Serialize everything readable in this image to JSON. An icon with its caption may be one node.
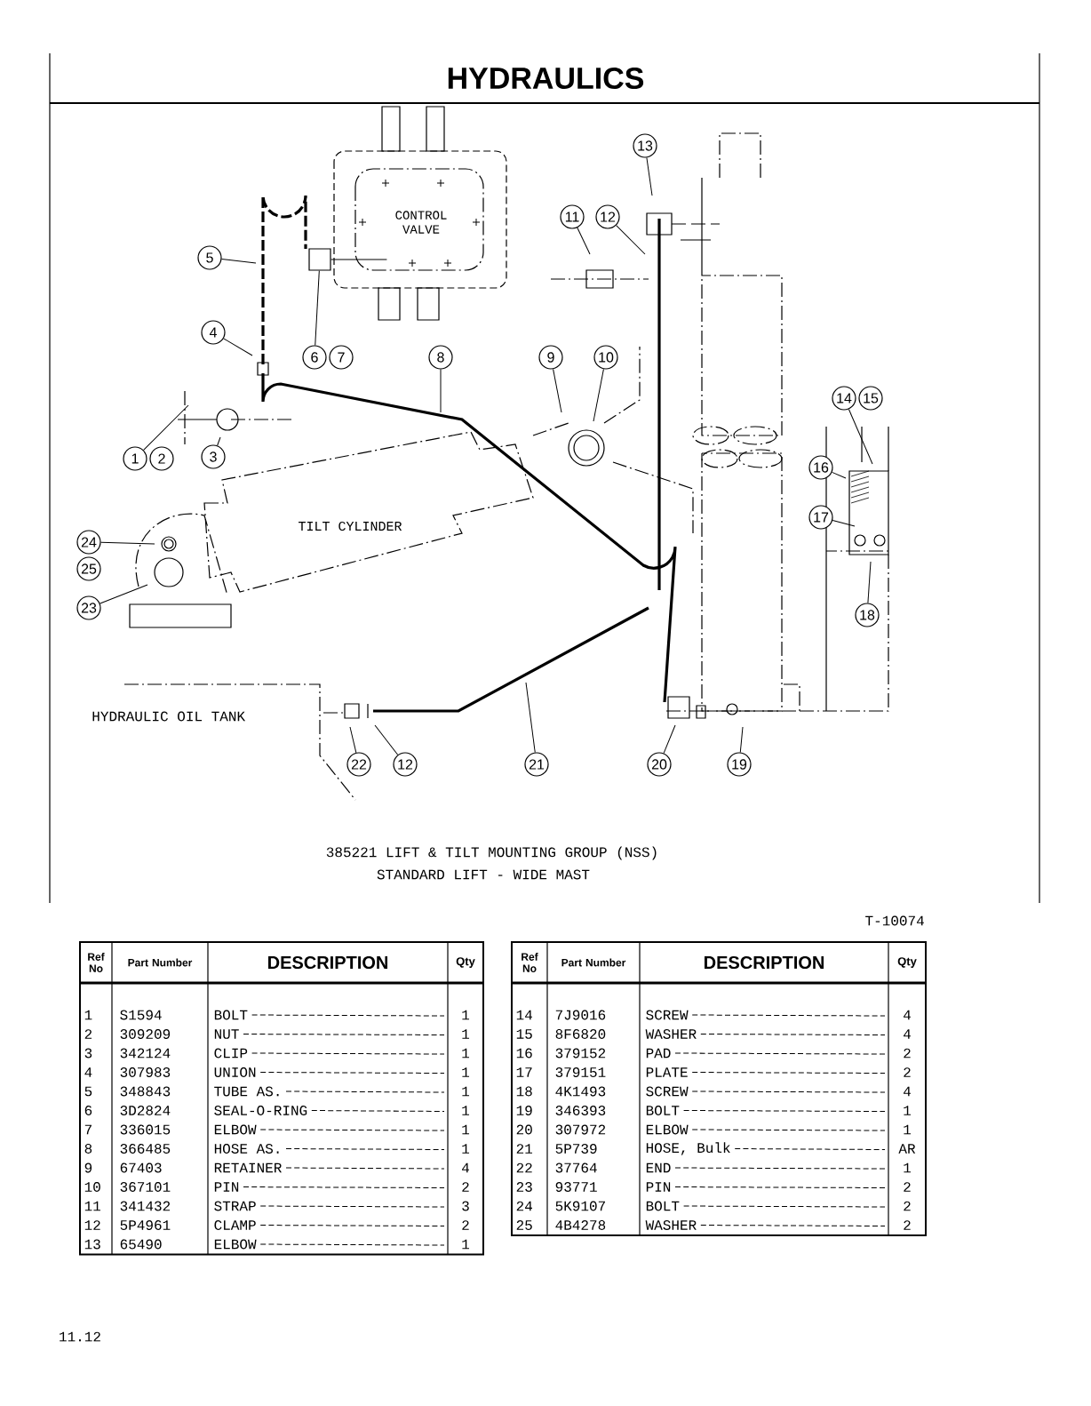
{
  "diagram": {
    "title": "HYDRAULICS",
    "nodes": [
      {
        "text": [
          "CONTROL VALVE"
        ]
      },
      {
        "text": [
          "13"
        ]
      },
      {
        "text": [
          "11"
        ]
      },
      {
        "text": [
          "12"
        ]
      },
      {
        "text": [
          "5"
        ]
      },
      {
        "text": [
          "4"
        ]
      },
      {
        "text": [
          "6"
        ]
      },
      {
        "text": [
          "7"
        ]
      },
      {
        "text": [
          "8"
        ]
      },
      {
        "text": [
          "9"
        ]
      },
      {
        "text": [
          "10"
        ]
      },
      {
        "text": [
          "14"
        ]
      },
      {
        "text": [
          "15"
        ]
      },
      {
        "text": [
          "1"
        ]
      },
      {
        "text": [
          "2"
        ]
      },
      {
        "text": [
          "3"
        ]
      },
      {
        "text": [
          "16"
        ]
      },
      {
        "text": [
          "TILT CYLINDER"
        ]
      },
      {
        "text": [
          "17"
        ]
      },
      {
        "text": [
          "24"
        ]
      },
      {
        "text": [
          "25"
        ]
      },
      {
        "text": [
          "23"
        ]
      },
      {
        "text": [
          "18"
        ]
      },
      {
        "text": [
          "22"
        ]
      },
      {
        "text": [
          "12"
        ]
      },
      {
        "text": [
          "21"
        ]
      },
      {
        "text": [
          "20"
        ]
      },
      {
        "text": [
          "19"
        ]
      },
      {
        "text": [],
        "shape": "box"
      }
    ],
    "edges": [
      {
        "from": 1,
        "to": null,
        "arrow": "none"
      },
      {
        "from": 2,
        "to": null,
        "arrow": "none"
      },
      {
        "from": 3,
        "to": null,
        "arrow": "none"
      },
      {
        "from": 4,
        "to": null,
        "arrow": "none"
      },
      {
        "from": 5,
        "to": null,
        "arrow": "none"
      },
      {
        "from": 6,
        "to": 28,
        "arrow": "none"
      },
      {
        "from": 8,
        "to": null,
        "arrow": "none"
      },
      {
        "from": 9,
        "to": null,
        "arrow": "none"
      },
      {
        "from": 10,
        "to": null,
        "arrow": "none"
      },
      {
        "from": 11,
        "to": null,
        "arrow": "none"
      },
      {
        "from": 13,
        "to": null,
        "arrow": "none"
      },
      {
        "from": 15,
        "to": null,
        "arrow": "none"
      },
      {
        "from": 16,
        "to": null,
        "arrow": "none"
      },
      {
        "from": 18,
        "to": null,
        "arrow": "none"
      },
      {
        "from": 19,
        "to": null,
        "arrow": "none"
      },
      {
        "from": 21,
        "to": null,
        "arrow": "none"
      },
      {
        "from": 22,
        "to": null,
        "arrow": "none"
      },
      {
        "from": 23,
        "to": null,
        "arrow": "none"
      },
      {
        "from": 24,
        "to": null,
        "arrow": "none"
      },
      {
        "from": 25,
        "to": null,
        "arrow": "none"
      },
      {
        "from": 26,
        "to": null,
        "arrow": "none"
      },
      {
        "from": 27,
        "to": null,
        "arrow": "none"
      },
      {
        "from": 28,
        "to": 0,
        "arrow": "none"
      }
    ],
    "labels": [
      "HYDRAULIC OIL TANK",
      "385221 LIFT & TILT MOUNTING GROUP (NSS)",
      "STANDARD LIFT - WIDE MAST",
      "T-10074",
      "Ref No",
      "Part Number",
      "DESCRIPTION",
      "Qty",
      "1",
      "S1594",
      "BOLT",
      "1",
      "2",
      "309209",
      "NUT",
      "1",
      "3",
      "342124",
      "CLIP",
      "1",
      "4",
      "307983",
      "UNION",
      "1",
      "5",
      "348843",
      "TUBE AS.",
      "1",
      "6",
      "3D2824",
      "SEAL-O-RING",
      "1",
      "7",
      "336015",
      "ELBOW",
      "1",
      "8",
      "366485",
      "HOSE AS.",
      "1",
      "9",
      "67403",
      "RETAINER",
      "4",
      "10",
      "367101",
      "PIN",
      "2",
      "11",
      "341432",
      "STRAP",
      "3",
      "12",
      "5P4961",
      "CLAMP",
      "2",
      "13",
      "65490",
      "ELBOW",
      "1",
      "Ref No",
      "Part Number",
      "DESCRIPTION",
      "Qty",
      "14",
      "7J9016",
      "SCREW",
      "4",
      "15",
      "8F6820",
      "WASHER",
      "4",
      "16",
      "379152",
      "PAD",
      "2",
      "17",
      "379151",
      "PLATE",
      "2",
      "18",
      "4K1493",
      "SCREW",
      "4",
      "19",
      "346393",
      "BOLT",
      "1",
      "20",
      "307972",
      "ELBOW",
      "1",
      "21",
      "5P739",
      "HOSE, Bulk",
      "AR",
      "22",
      "37764",
      "END",
      "1",
      "23",
      "93771",
      "PIN",
      "2",
      "24",
      "5K9107",
      "BOLT",
      "2",
      "25",
      "4B4278",
      "WASHER",
      "2",
      "11.12"
    ]
  }
}
